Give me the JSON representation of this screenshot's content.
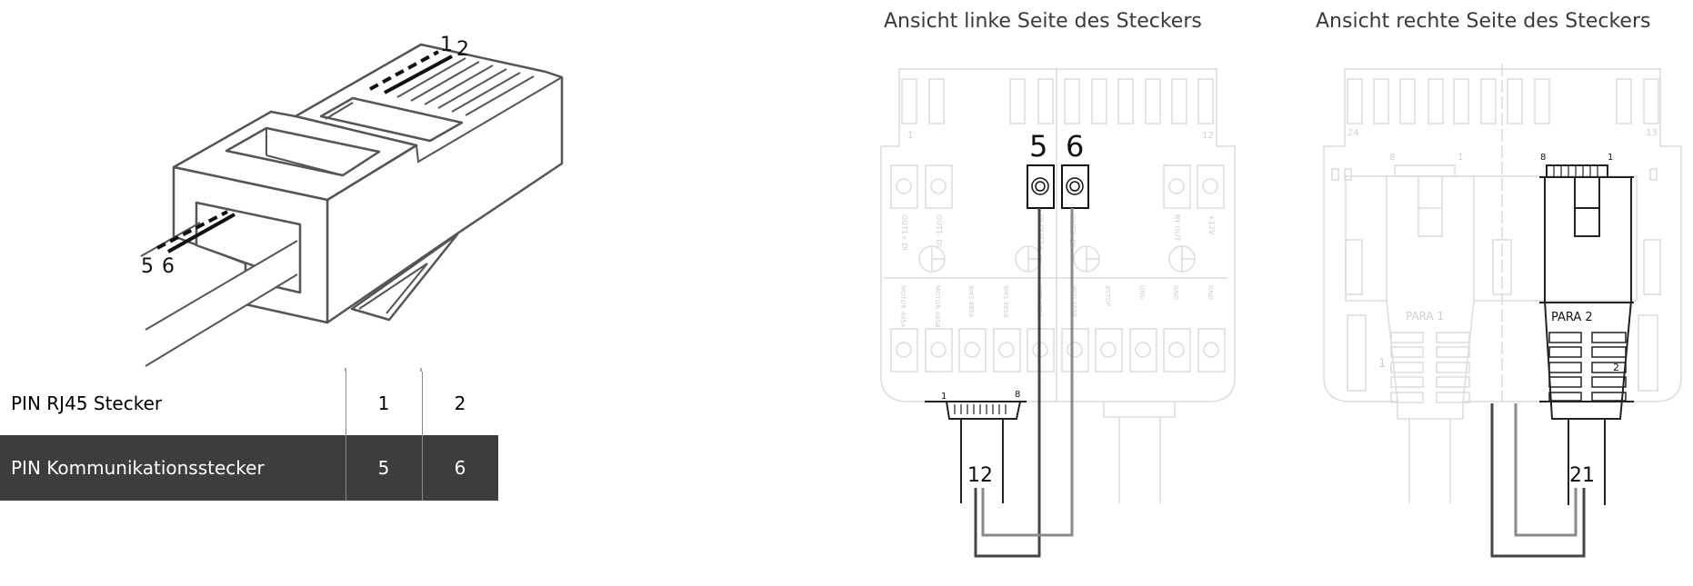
{
  "rj45": {
    "pin_labels_top": [
      "1",
      "2"
    ],
    "pin_labels_bottom": [
      "5",
      "6"
    ]
  },
  "table": {
    "rows": [
      {
        "label": "PIN RJ45 Stecker",
        "values": [
          "1",
          "2"
        ]
      },
      {
        "label": "PIN Kommunikationsstecker",
        "values": [
          "5",
          "6"
        ]
      }
    ]
  },
  "left_view": {
    "title": "Ansicht linke Seite des Steckers",
    "slot_labels": [
      "1",
      "12"
    ],
    "pin_numbers": [
      "5",
      "6"
    ],
    "top_terminal_labels": [
      "OUT1+ DI",
      "OUT1- DI",
      "DI OUT2+",
      "OUT2- DI",
      "RY OUT",
      "+12V"
    ],
    "bottom_terminal_labels": [
      "MOTOR 485A",
      "MOTOR 485B",
      "BMS 485A",
      "BMS 485B",
      "WIFI 485A",
      "WIFI 485B",
      "BSTOP",
      "GND",
      "GND",
      "GND"
    ],
    "connector_pins": [
      "1",
      "8"
    ],
    "wire_label": "12"
  },
  "right_view": {
    "title": "Ansicht rechte Seite des Steckers",
    "slot_labels": [
      "24",
      "13"
    ],
    "para1": {
      "label": "PARA 1",
      "pins": [
        "8",
        "1"
      ],
      "side": "1"
    },
    "para2": {
      "label": "PARA 2",
      "pins": [
        "8",
        "1"
      ],
      "side": "2"
    },
    "wire_label": "21"
  },
  "colors": {
    "dark_wire": "#444444",
    "grey_wire": "#8a8a8a",
    "table_dark": "#3d3d3d"
  }
}
